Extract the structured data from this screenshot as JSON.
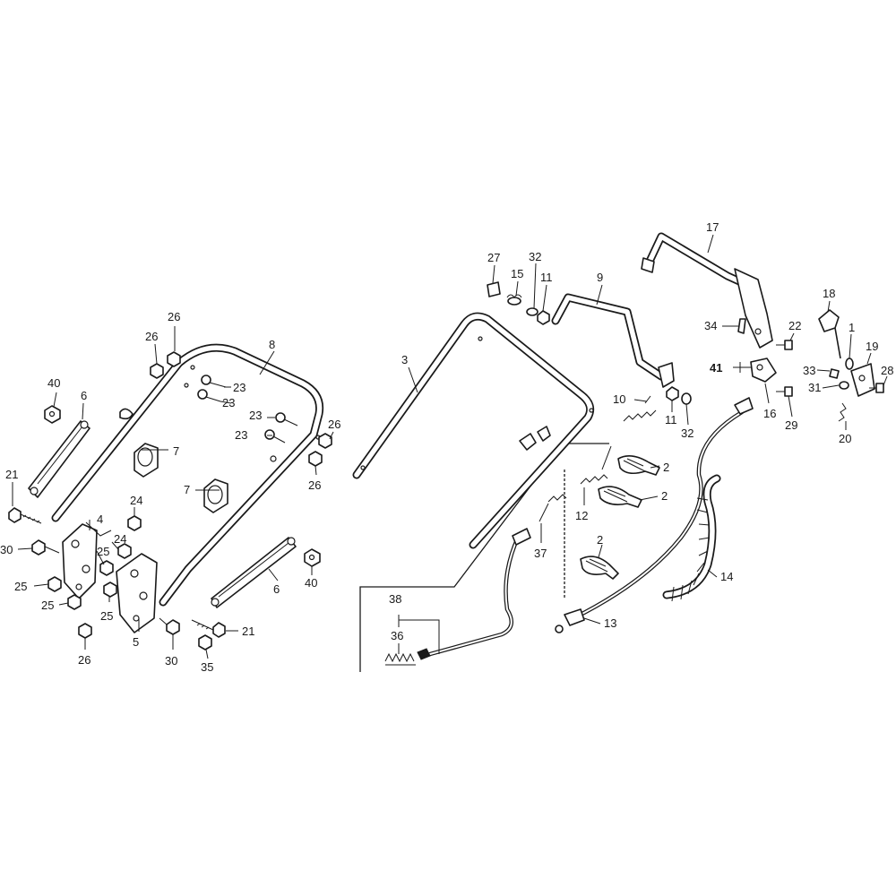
{
  "callouts": {
    "c1": "1",
    "c2a": "2",
    "c2b": "2",
    "c2c": "2",
    "c3": "3",
    "c4": "4",
    "c5": "5",
    "c6a": "6",
    "c6b": "6",
    "c7a": "7",
    "c7b": "7",
    "c8": "8",
    "c9": "9",
    "c10": "10",
    "c11a": "11",
    "c11b": "11",
    "c12": "12",
    "c13": "13",
    "c14": "14",
    "c15": "15",
    "c16": "16",
    "c17": "17",
    "c18": "18",
    "c19": "19",
    "c20": "20",
    "c21a": "21",
    "c21b": "21",
    "c22": "22",
    "c23a": "23",
    "c23b": "23",
    "c23c": "23",
    "c23d": "23",
    "c24a": "24",
    "c24b": "24",
    "c25a": "25",
    "c25b": "25",
    "c25c": "25",
    "c25d": "25",
    "c26a": "26",
    "c26b": "26",
    "c26c": "26",
    "c26d": "26",
    "c26e": "26",
    "c27": "27",
    "c28": "28",
    "c29": "29",
    "c30a": "30",
    "c30b": "30",
    "c31": "31",
    "c32a": "32",
    "c32b": "32",
    "c33": "33",
    "c34": "34",
    "c35": "35",
    "c36": "36",
    "c37": "37",
    "c38": "38",
    "c40a": "40",
    "c40b": "40",
    "c41": "41"
  }
}
